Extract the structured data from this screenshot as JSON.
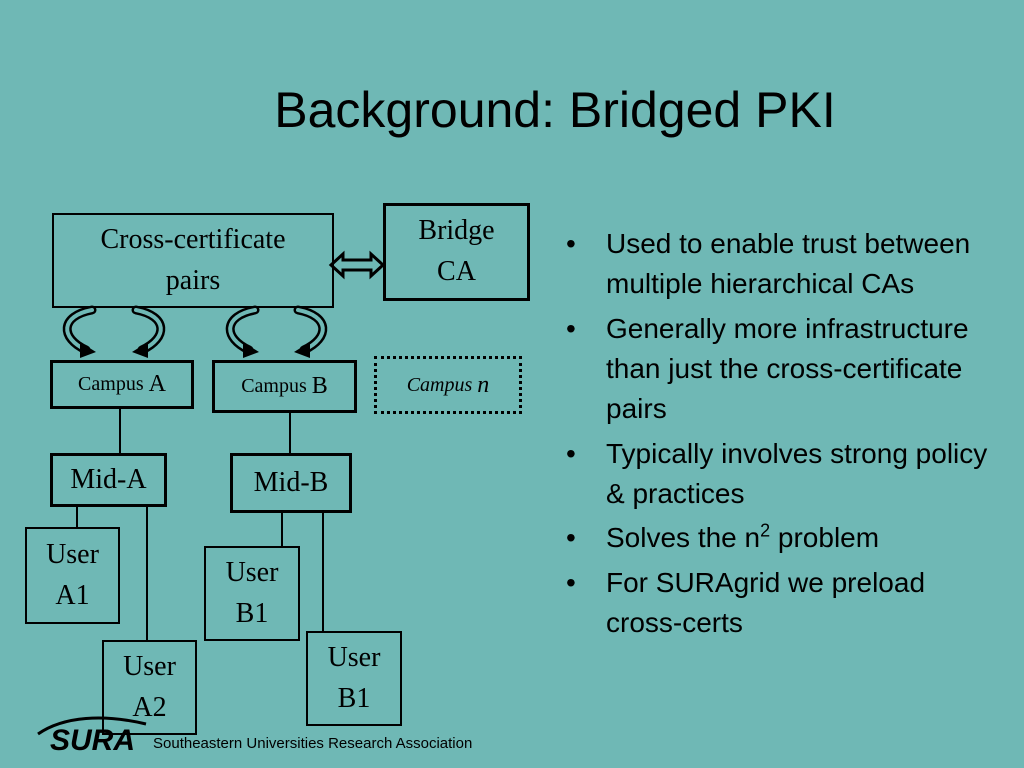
{
  "title": "Background: Bridged PKI",
  "diagram": {
    "cross_cert": {
      "line1": "Cross-certificate",
      "line2": "pairs"
    },
    "bridge": {
      "line1": "Bridge",
      "line2": "CA"
    },
    "campus_a": {
      "prefix": "Campus ",
      "letter": "A"
    },
    "campus_b": {
      "prefix": "Campus ",
      "letter": "B"
    },
    "campus_n": {
      "prefix": "Campus ",
      "letter": "n"
    },
    "mid_a": "Mid-A",
    "mid_b": "Mid-B",
    "user_a1": {
      "line1": "User",
      "line2": "A1"
    },
    "user_a2": {
      "line1": "User",
      "line2": "A2"
    },
    "user_b1_first": {
      "line1": "User",
      "line2": "B1"
    },
    "user_b1_second": {
      "line1": "User",
      "line2": "B1"
    }
  },
  "bullets": [
    "Used to enable trust between multiple hierarchical CAs",
    "Generally more infrastructure than just the cross-certificate pairs",
    "Typically involves strong policy & practices",
    {
      "before": "Solves the n",
      "sup": "2",
      "after": " problem"
    },
    "For SURAgrid we preload cross-certs"
  ],
  "logo_text": "SURA",
  "footer": "Southeastern Universities Research Association",
  "colors": {
    "background": "#6fb8b5",
    "foreground": "#000000"
  }
}
